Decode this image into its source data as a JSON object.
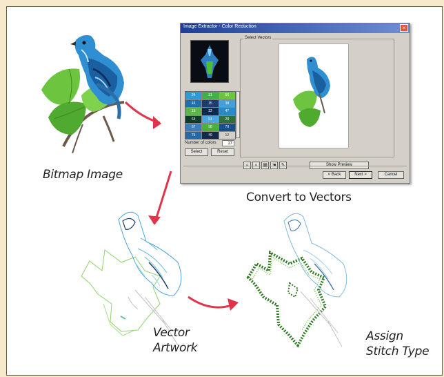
{
  "captions": {
    "bitmap": "Bitmap Image",
    "convert": "Convert to Vectors",
    "vector_l1": "Vector",
    "vector_l2": "Artwork",
    "assign_l1": "Assign",
    "assign_l2": "Stitch Type"
  },
  "dialog": {
    "title": "Image Extractor - Color Reduction",
    "close_glyph": "×",
    "group_label": "Select Vectors",
    "number_of_colors_label": "Number of colors",
    "number_of_colors_value": "17",
    "swatch_labels": [
      "24",
      "31",
      "56",
      "43",
      "15",
      "38",
      "19",
      "22",
      "47",
      "63",
      "54",
      "28",
      "67",
      "58",
      "70",
      "75",
      "49",
      "12"
    ],
    "buttons": {
      "select": "Select",
      "reset": "Reset",
      "show_preview": "Show Preview",
      "back": "< Back",
      "next": "Next >",
      "cancel": "Cancel"
    }
  },
  "colors": {
    "border": "#d3283a",
    "background": "#f6e9cc",
    "arrow": "#e0344b",
    "leaf": "#5ab83a",
    "bird_blue": "#2d8fd1",
    "stitch_green": "#2f7a22"
  }
}
